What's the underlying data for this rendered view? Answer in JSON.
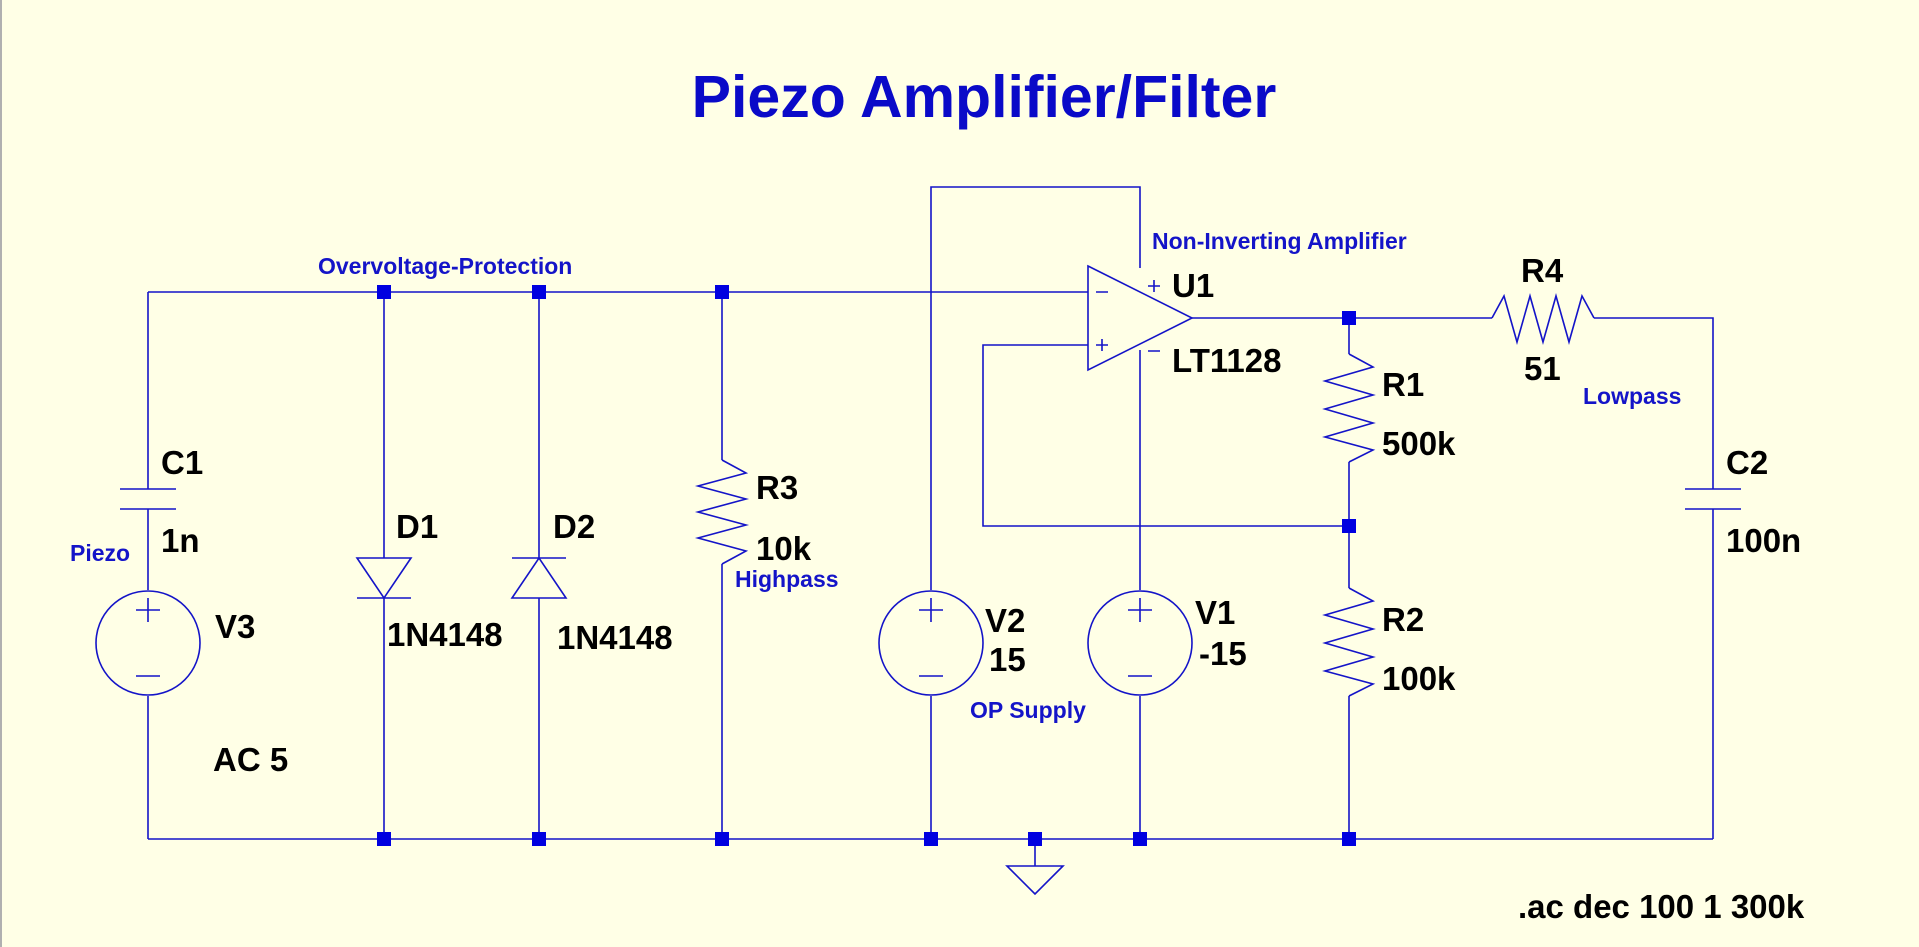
{
  "title": "Piezo Amplifier/Filter",
  "labels": {
    "overvoltage": "Overvoltage-Protection",
    "non_inverting": "Non-Inverting Amplifier",
    "lowpass": "Lowpass",
    "highpass": "Highpass",
    "piezo": "Piezo",
    "op_supply": "OP Supply"
  },
  "components": {
    "c1": {
      "name": "C1",
      "value": "1n"
    },
    "v3": {
      "name": "V3",
      "value": "AC 5"
    },
    "d1": {
      "name": "D1",
      "value": "1N4148"
    },
    "d2": {
      "name": "D2",
      "value": "1N4148"
    },
    "r3": {
      "name": "R3",
      "value": "10k"
    },
    "v2": {
      "name": "V2",
      "value": "15"
    },
    "v1": {
      "name": "V1",
      "value": "-15"
    },
    "u1": {
      "name": "U1",
      "value": "LT1128"
    },
    "r1": {
      "name": "R1",
      "value": "500k"
    },
    "r2": {
      "name": "R2",
      "value": "100k"
    },
    "r4": {
      "name": "R4",
      "value": "51"
    },
    "c2": {
      "name": "C2",
      "value": "100n"
    }
  },
  "directive": ".ac dec 100 1 300k",
  "colors": {
    "wire": "#1414c8",
    "background": "#ffffe6",
    "title": "#0a0ac8"
  }
}
